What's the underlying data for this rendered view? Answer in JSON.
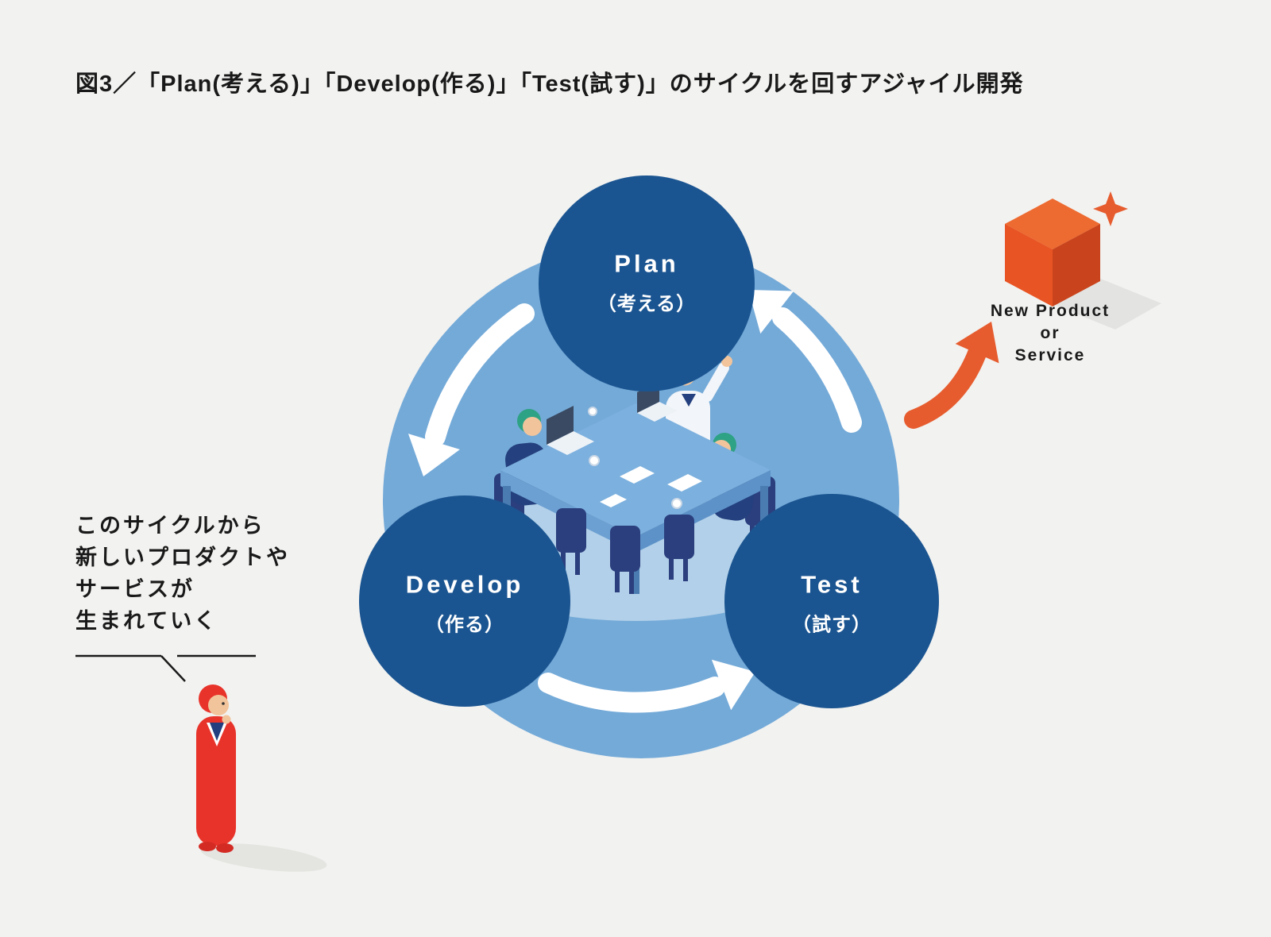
{
  "title": "図3／「Plan(考える)」「Develop(作る)」「Test(試す)」のサイクルを回すアジャイル開発",
  "cycle": {
    "plan": {
      "label": "Plan",
      "sub": "（考える）"
    },
    "develop": {
      "label": "Develop",
      "sub": "（作る）"
    },
    "test": {
      "label": "Test",
      "sub": "（試す）"
    }
  },
  "outcome": {
    "lines": [
      "New Product",
      "or",
      "Service"
    ]
  },
  "note": {
    "lines": [
      "このサイクルから",
      "新しいプロダクトや",
      "サービスが",
      "生まれていく"
    ]
  },
  "colors": {
    "background": "#F2F2F0",
    "ring_blue": "#74AAD8",
    "circle_navy": "#1B5591",
    "arrow_white": "#FFFFFF",
    "accent_orange": "#E65C2E",
    "character_red": "#E8332A",
    "text_dark": "#1A1A1A"
  }
}
